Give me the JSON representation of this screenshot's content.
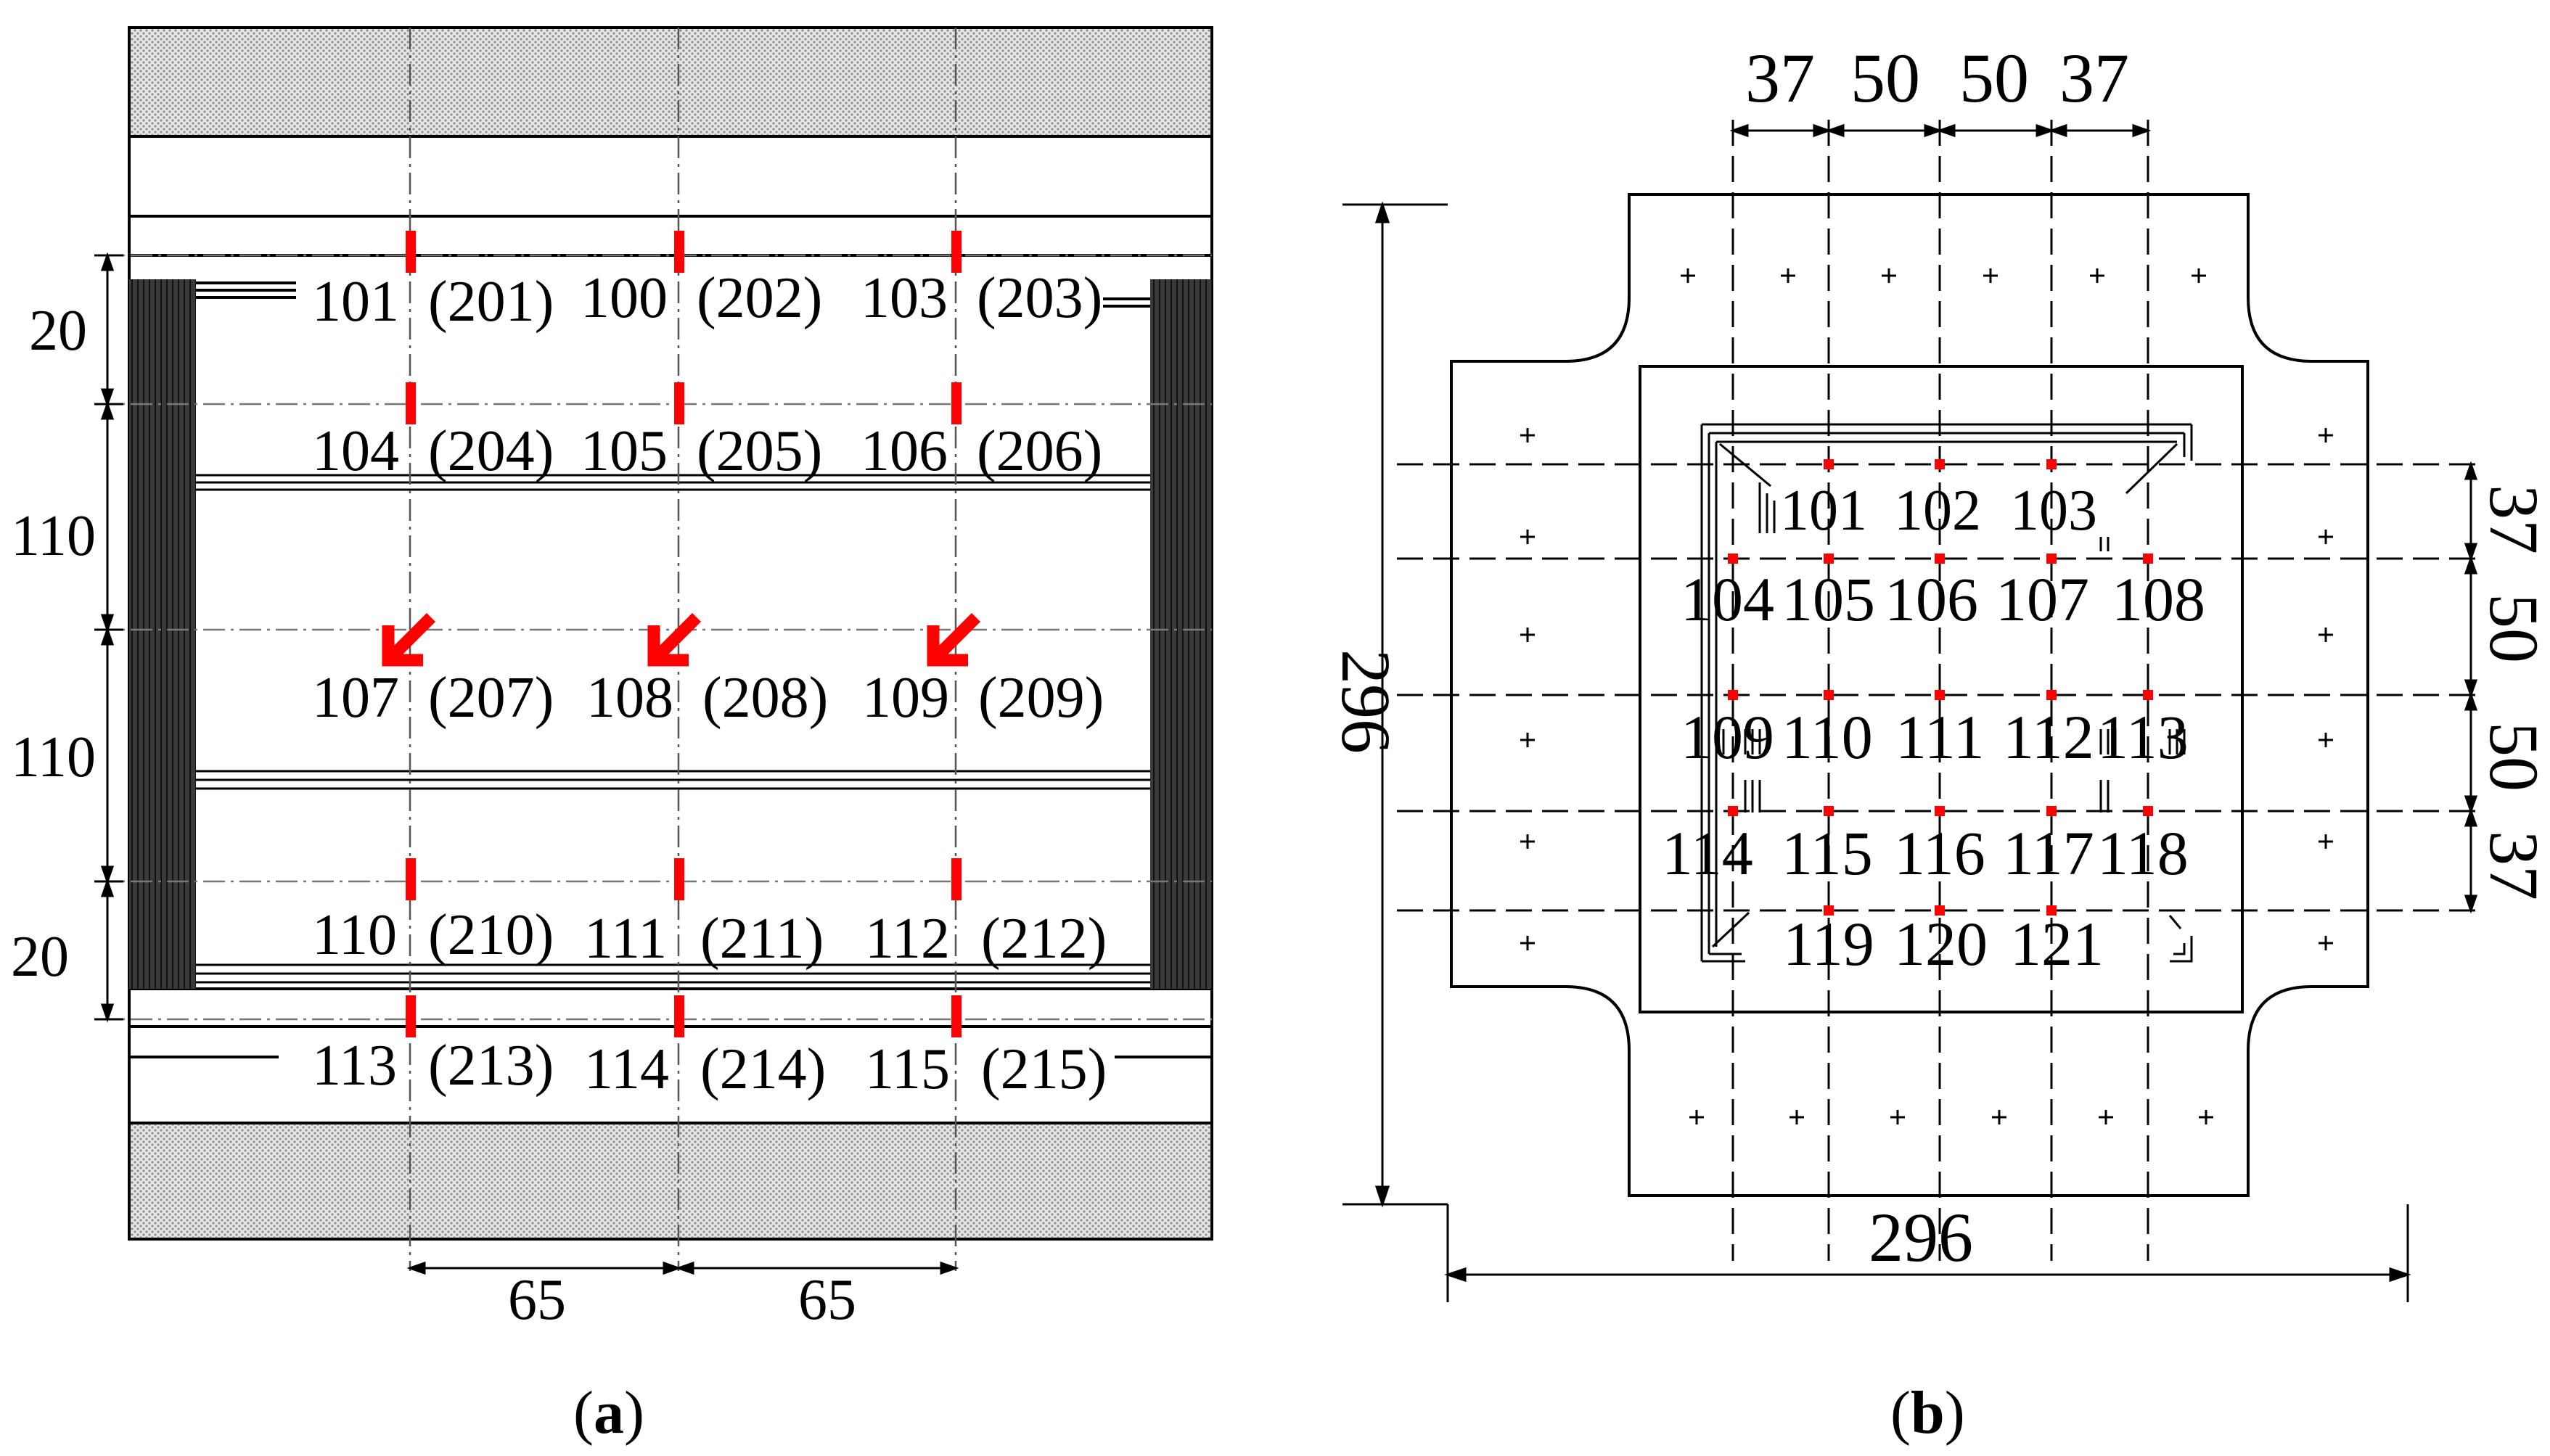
{
  "panel_a": {
    "caption": "(a)",
    "caption_letter": "a",
    "points": [
      {
        "id": "101",
        "alt": "(201)"
      },
      {
        "id": "100",
        "alt": "(202)"
      },
      {
        "id": "103",
        "alt": "(203)"
      },
      {
        "id": "104",
        "alt": "(204)"
      },
      {
        "id": "105",
        "alt": "(205)"
      },
      {
        "id": "106",
        "alt": "(206)"
      },
      {
        "id": "107",
        "alt": "(207)"
      },
      {
        "id": "108",
        "alt": "(208)"
      },
      {
        "id": "109",
        "alt": "(209)"
      },
      {
        "id": "110",
        "alt": "(210)"
      },
      {
        "id": "111",
        "alt": "(211)"
      },
      {
        "id": "112",
        "alt": "(212)"
      },
      {
        "id": "113",
        "alt": "(213)"
      },
      {
        "id": "114",
        "alt": "(214)"
      },
      {
        "id": "115",
        "alt": "(215)"
      }
    ],
    "dims_vertical": [
      "20",
      "110",
      "110",
      "20"
    ],
    "dims_horizontal": [
      "65",
      "65"
    ]
  },
  "panel_b": {
    "caption": "(b)",
    "caption_letter": "b",
    "points": [
      "101",
      "102",
      "103",
      "104",
      "105",
      "106",
      "107",
      "108",
      "109",
      "110",
      "111",
      "112",
      "113",
      "114",
      "115",
      "116",
      "117",
      "118",
      "119",
      "120",
      "121"
    ],
    "dims_top": [
      "37",
      "50",
      "50",
      "37"
    ],
    "dims_right": [
      "37",
      "50",
      "50",
      "37"
    ],
    "dim_left": "296",
    "dim_bottom": "296"
  },
  "colors": {
    "marker": "#ff0000",
    "wall": "#3a3a3a",
    "hatch": "#bcbcbc",
    "line": "#000000"
  }
}
